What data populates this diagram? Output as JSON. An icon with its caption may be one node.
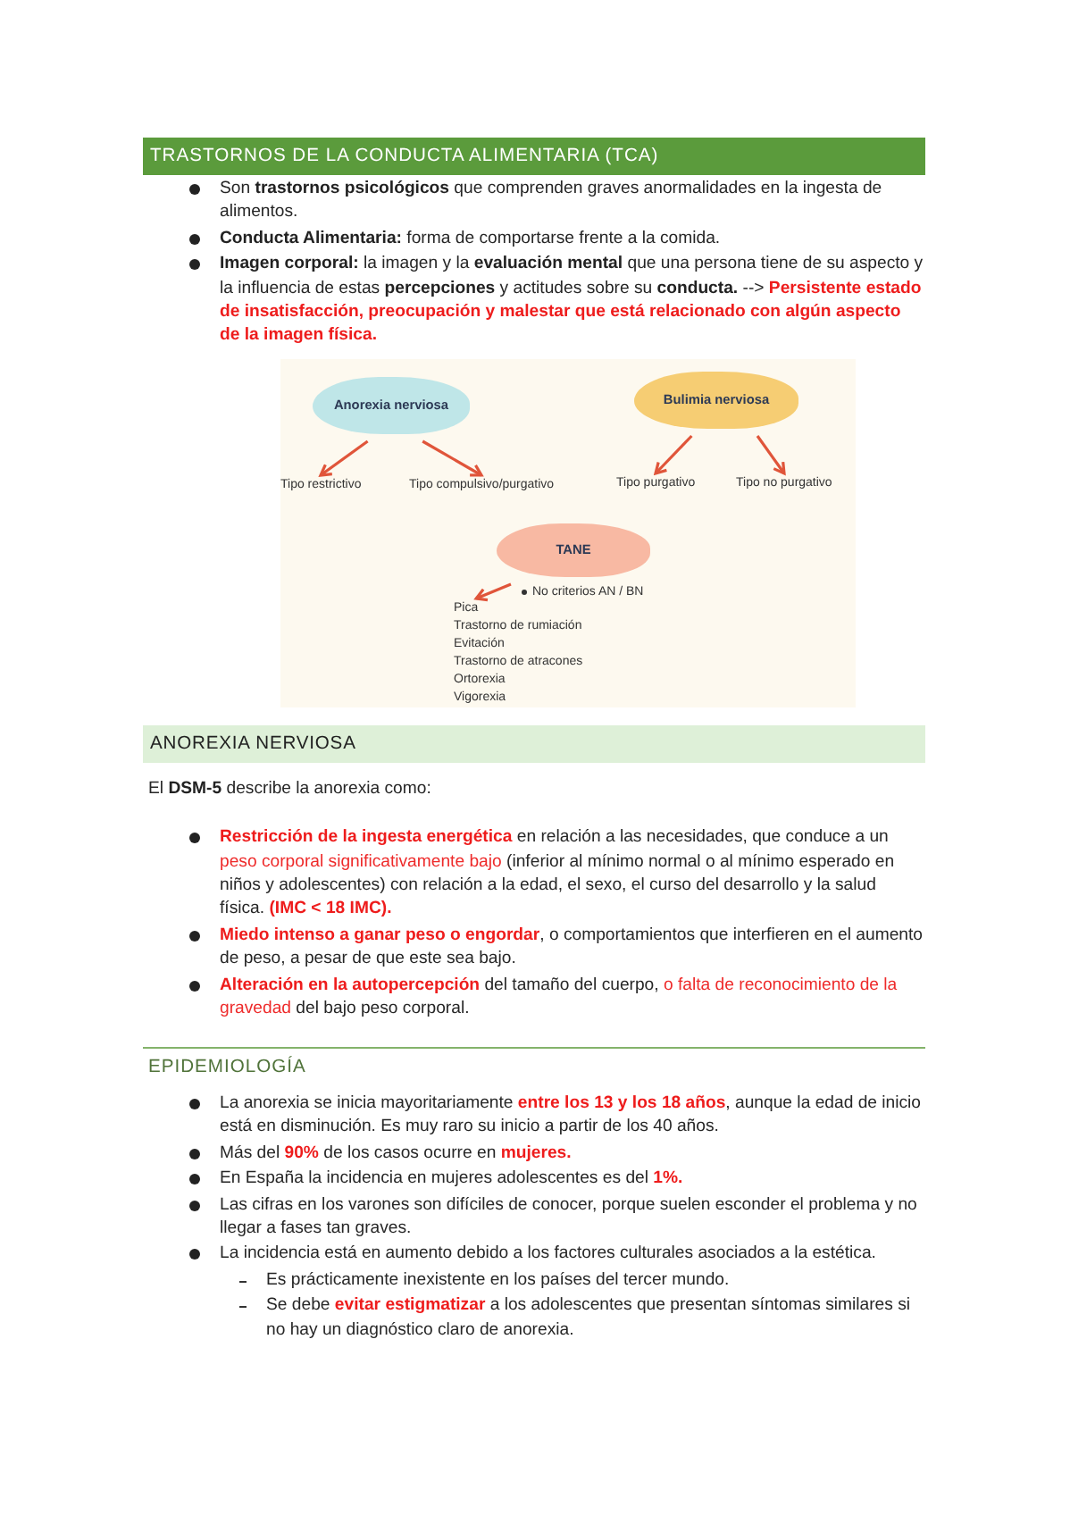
{
  "diagram": {
    "title": "TRASTORNOS DE LA CONDUCTA ALIMENTARIA (TCA)",
    "nodes": [
      {
        "text": [
          "Anorexia nerviosa"
        ]
      },
      {
        "text": [
          "Tipo restrictivo"
        ]
      },
      {
        "text": [
          "Tipo compulsivo/purgativo"
        ]
      },
      {
        "text": [
          "Bulimia nerviosa"
        ]
      },
      {
        "text": [
          "Tipo purgativo"
        ]
      },
      {
        "text": [
          "Tipo no purgativo"
        ]
      },
      {
        "text": [
          "TANE"
        ]
      },
      {
        "text": [
          "Pica"
        ]
      }
    ],
    "edges": [
      {
        "from": 0,
        "to": 1,
        "arrow": "to"
      },
      {
        "from": 0,
        "to": 2,
        "arrow": "to"
      },
      {
        "from": 3,
        "to": 4,
        "arrow": "to"
      },
      {
        "from": 3,
        "to": 5,
        "arrow": "to"
      },
      {
        "from": 6,
        "to": 7,
        "arrow": "to"
      }
    ],
    "labels": [
      "Son **trastornos psicológicos** que comprenden graves anormalidades en la ingesta de alimentos.",
      "**Conducta Alimentaria:** forma de comportarse frente a la comida.",
      "**Imagen corporal:** la imagen y la **evaluación mental** que una persona tiene de su aspecto y la influencia de estas **percepciones** y actitudes sobre su **conducta.** --> **Persistente estado de insatisfacción, preocupación y malestar que está relacionado con algún aspecto de la imagen física.**",
      "No criterios AN / BN",
      "Trastorno de rumiación",
      "Evitación",
      "Trastorno de atracones",
      "Ortorexia",
      "Vigorexia",
      "ANOREXIA NERVIOSA",
      "El **DSM-5** describe la anorexia como:",
      "**Restricción de la ingesta energética** en relación a las necesidades, que conduce a un *peso corporal significativamente bajo* (inferior al mínimo normal o al mínimo esperado en niños y adolescentes) con relación a la edad, el sexo, el curso del desarrollo y la salud física. **(IMC < 18 IMC).**",
      "**Miedo intenso a ganar peso o engordar**, o comportamientos que interfieren en el aumento de peso, a pesar de que este sea bajo.",
      "**Alteración en la autopercepción** del tamaño del cuerpo, *o falta de reconocimiento de la gravedad* del bajo peso corporal.",
      "EPIDEMIOLOGÍA",
      "La anorexia se inicia mayoritariamente **entre los 13 y los 18 años**, aunque la edad de inicio está en disminución. Es muy raro su inicio a partir de los 40 años.",
      "Más del **90%** de los casos ocurre en **mujeres.**",
      "En España la incidencia en mujeres adolescentes es del **1%.**",
      "Las cifras en los varones son difíciles de conocer, porque suelen esconder el problema y no llegar a fases tan graves.",
      "La incidencia está en aumento debido a los factores culturales asociados a la estética.",
      "Es prácticamente inexistente en los países del tercer mundo.",
      "Se debe **evitar estigmatizar** a los adolescentes que presentan síntomas similares si no hay un diagnóstico claro de anorexia."
    ]
  }
}
